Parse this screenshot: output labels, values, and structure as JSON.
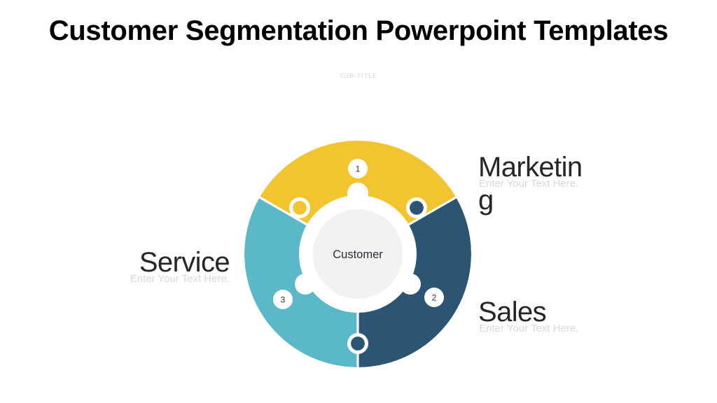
{
  "header": {
    "title": "Customer Segmentation Powerpoint Templates",
    "subtitle": "SUB-TITLE"
  },
  "diagram": {
    "type": "three-part-puzzle-circle",
    "center_label": "Customer",
    "segments": [
      {
        "id": "marketing",
        "badge": "1",
        "label": "Marketing",
        "placeholder": "Enter Your Text Here.",
        "color": "#F2C530",
        "position": "top"
      },
      {
        "id": "sales",
        "badge": "2",
        "label": "Sales",
        "placeholder": "Enter Your Text Here.",
        "color": "#2C5574",
        "position": "bottom-right"
      },
      {
        "id": "service",
        "badge": "3",
        "label": "Service",
        "placeholder": "Enter Your Text Here.",
        "color": "#5AB8C8",
        "position": "bottom-left"
      }
    ],
    "colors": {
      "yellow": "#F2C530",
      "navy": "#2C5574",
      "teal": "#5AB8C8",
      "center_fill": "#F2F2F2",
      "ring": "#FFFFFF",
      "text_dark": "#2B2E33",
      "text_muted": "#D7D9DC",
      "background": "#FFFFFF"
    }
  }
}
